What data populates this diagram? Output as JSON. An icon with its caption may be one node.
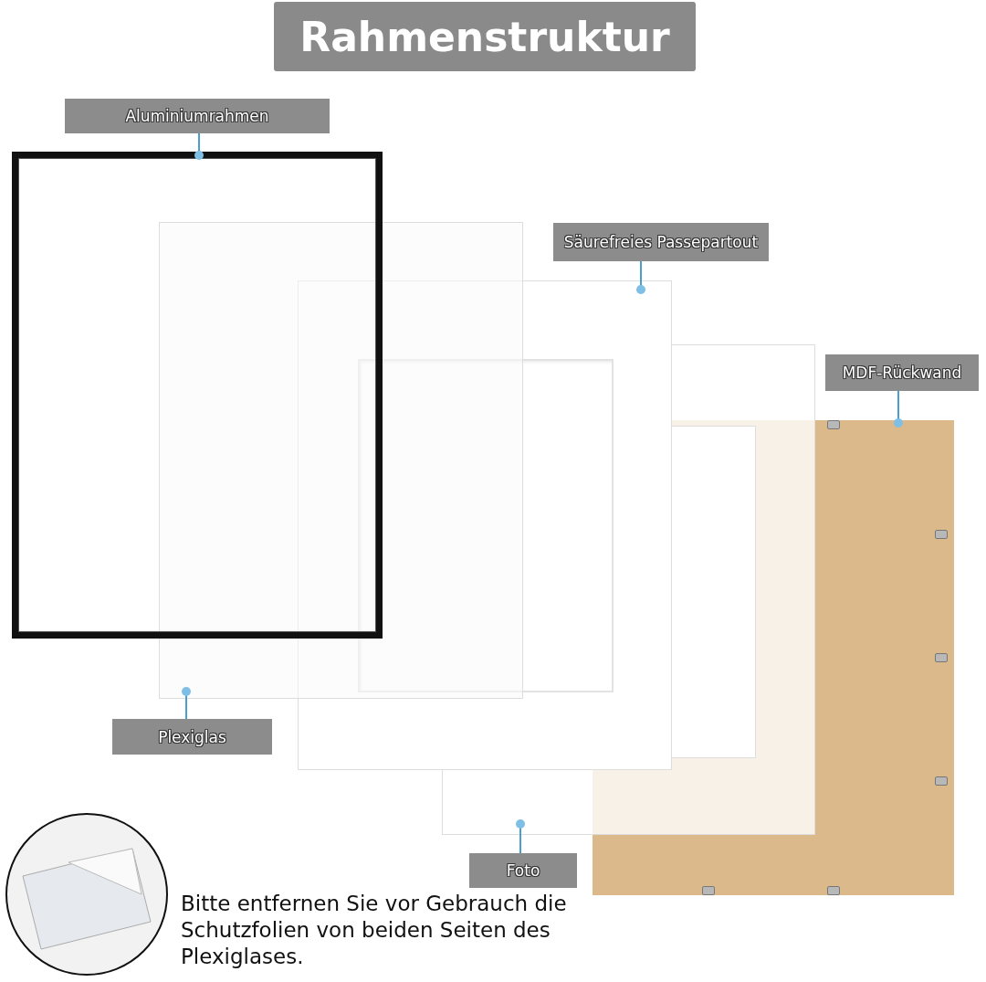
{
  "diagram": {
    "title": "Rahmenstruktur",
    "nodes": [
      {
        "text": [
          "Aluminiumrahmen"
        ]
      },
      {
        "text": [],
        "shape": "box"
      },
      {
        "text": [
          "Plexiglas"
        ]
      },
      {
        "text": [],
        "shape": "box"
      },
      {
        "text": [
          "Säurefreies Passepartout"
        ]
      },
      {
        "text": [],
        "shape": "box"
      },
      {
        "text": [
          "Foto"
        ]
      },
      {
        "text": [],
        "shape": "box"
      },
      {
        "text": [
          "MDF-Rückwand"
        ]
      },
      {
        "text": [],
        "shape": "box"
      }
    ],
    "edges": [
      {
        "from": 0,
        "to": 1,
        "arrow": "other"
      },
      {
        "from": 2,
        "to": 3,
        "arrow": "other"
      },
      {
        "from": 4,
        "to": 5,
        "arrow": "other"
      },
      {
        "from": 6,
        "to": 7,
        "arrow": "other"
      },
      {
        "from": 8,
        "to": 9,
        "arrow": "other"
      }
    ],
    "labels": [
      "Bitte entfernen Sie vor Gebrauch die Schutzfolien von beiden Seiten des Plexiglases."
    ]
  }
}
